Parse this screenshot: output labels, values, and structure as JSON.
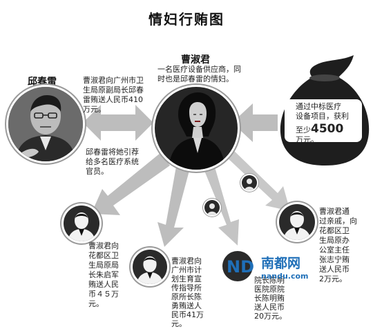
{
  "title": "情妇行贿图",
  "center": {
    "name": "曹淑君",
    "desc_line1": "一名医疗设备供应商，同",
    "desc_line2": "时也是邱春雷的情妇。"
  },
  "left_person": {
    "name": "邱春雷"
  },
  "bribe_to_qiu": {
    "line1": "曹淑君向广州市卫",
    "line2": "生局原副局长邱春",
    "line3": "雷贿送人民币410",
    "line4": "万元。"
  },
  "recommend": {
    "line1": "邱春雷将她引荐",
    "line2": "给多名医疗系统",
    "line3": "官员。"
  },
  "bag": {
    "line1": "通过中标医疗",
    "line2": "设备项目，获利",
    "prefix": "至少",
    "amount": "4500",
    "suffix": "万元。"
  },
  "official_zhu": {
    "lines": [
      "曹淑君向",
      "花都区卫",
      "生局原局",
      "长朱启军",
      "贿送人民",
      "币４５万",
      "元。"
    ]
  },
  "official_chen_yong": {
    "lines": [
      "曹淑君向",
      "广州市计",
      "划生育宣",
      "传指导所",
      "原所长陈",
      "勇贿送人",
      "民币41万",
      "元。"
    ]
  },
  "official_chen_ming": {
    "lines": [
      "院长陈明",
      "医院原院",
      "长陈明贿",
      "送人民币",
      "20万元。"
    ]
  },
  "official_zhi": {
    "lines": [
      "曹淑君通",
      "过亲戚，向",
      "花都区卫",
      "生局原办",
      "公室主任",
      "张志宁贿",
      "送人民币",
      "2万元。"
    ]
  },
  "watermark": {
    "nd": "ND",
    "brand": "南都网",
    "url": "nandu.com"
  }
}
